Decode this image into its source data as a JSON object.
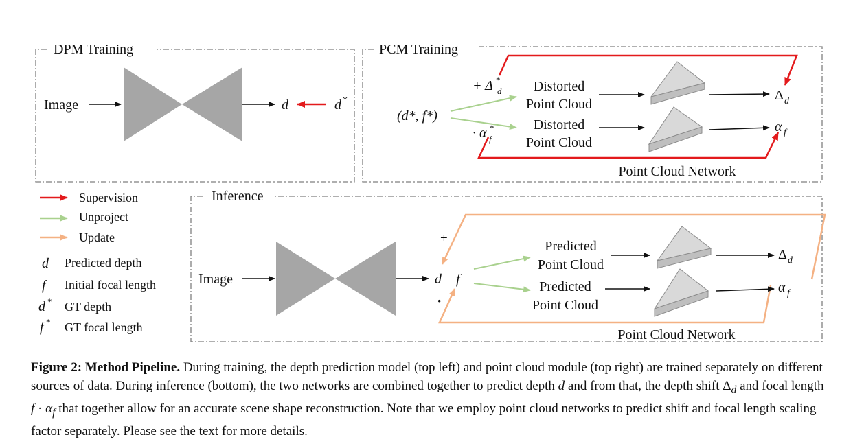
{
  "figure": {
    "dpm_panel": {
      "title": "DPM Training",
      "input_label": "Image",
      "output_symbol": "d",
      "gt_symbol": "d",
      "gt_sup": "*"
    },
    "pcm_panel": {
      "title": "PCM Training",
      "input_label": "(d*, f*)",
      "shift_op": "+ Δ",
      "shift_sub": "d",
      "shift_sup": "*",
      "scale_op": "· α",
      "scale_sub": "f",
      "scale_sup": "*",
      "distorted_line1": "Distorted",
      "distorted_line2": "Point Cloud",
      "output_shift": "Δ",
      "output_shift_sub": "d",
      "output_scale": "α",
      "output_scale_sub": "f",
      "network_label": "Point Cloud Network"
    },
    "inference_panel": {
      "title": "Inference",
      "input_label": "Image",
      "plus_symbol": "+",
      "dot_symbol": "·",
      "depth_symbol": "d",
      "focal_symbol": "f",
      "predicted_line1": "Predicted",
      "predicted_line2": "Point Cloud",
      "output_shift": "Δ",
      "output_shift_sub": "d",
      "output_scale": "α",
      "output_scale_sub": "f",
      "network_label": "Point Cloud Network"
    },
    "legend": {
      "arrows": [
        {
          "label": "Supervision",
          "color": "#e31a1c"
        },
        {
          "label": "Unproject",
          "color": "#a9d18e"
        },
        {
          "label": "Update",
          "color": "#f4b183"
        }
      ],
      "symbols": [
        {
          "symbol": "d",
          "sup": "",
          "label": "Predicted depth"
        },
        {
          "symbol": "f",
          "sup": "",
          "label": "Initial focal length"
        },
        {
          "symbol": "d",
          "sup": "*",
          "label": "GT depth"
        },
        {
          "symbol": "f",
          "sup": "*",
          "label": "GT focal length"
        }
      ]
    },
    "colors": {
      "encoder": "#a6a6a6",
      "pyramid": "#d9d9d9",
      "supervision": "#e31a1c",
      "unproject": "#a9d18e",
      "update": "#f4b183"
    }
  },
  "caption": {
    "label": "Figure 2: Method Pipeline.",
    "t1": " During training, the depth prediction model (top left) and point cloud module (top right) are trained separately on different sources of data. During inference (bottom), the two networks are combined together to predict depth ",
    "v_d": "d",
    "t2": " and from that, the depth shift ",
    "v_delta": "Δ",
    "v_delta_sub": "d",
    "t3": " and focal length ",
    "v_f": "f",
    "v_dot": " · ",
    "v_alpha": "α",
    "v_alpha_sub": "f",
    "t4": " that together allow for an accurate scene shape reconstruction. Note that we employ point cloud networks to predict shift and focal length scaling factor separately. Please see the text for more details."
  }
}
